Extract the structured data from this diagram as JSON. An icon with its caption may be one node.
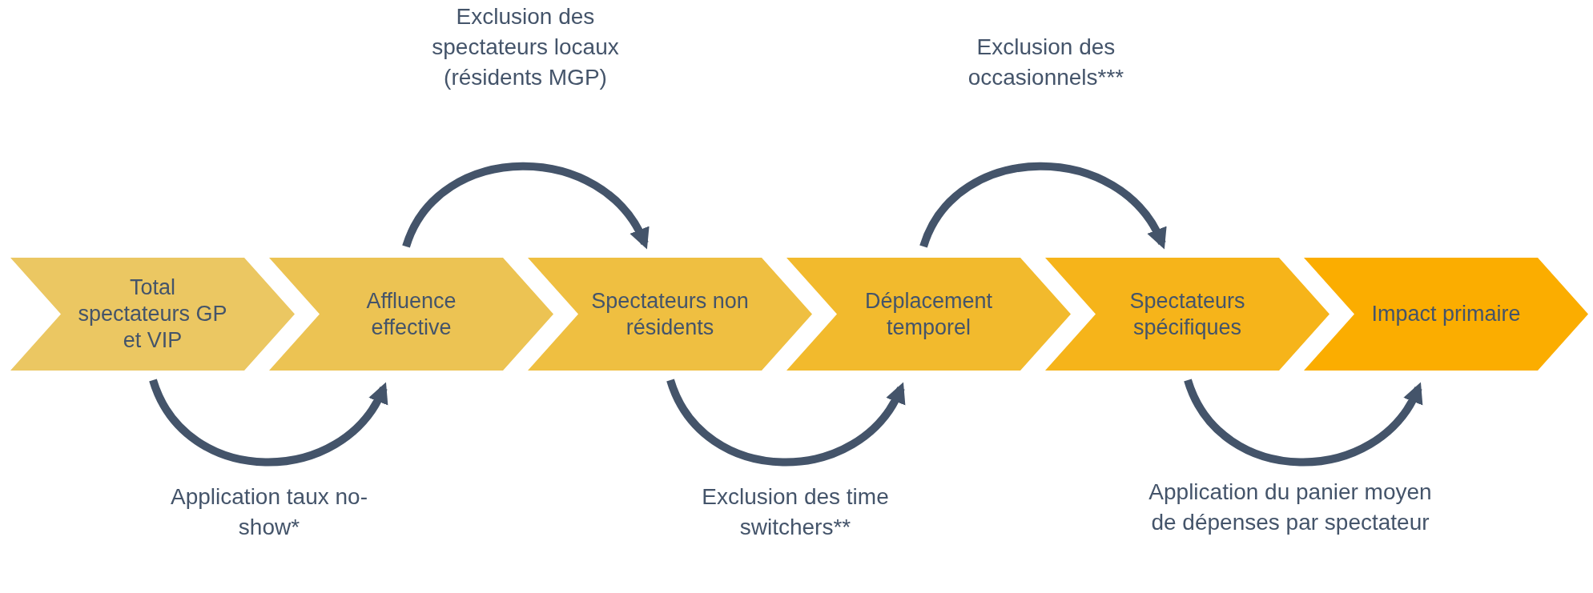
{
  "diagram": {
    "nodes": [
      {
        "text": [
          "Total spectateurs GP et VIP"
        ]
      },
      {
        "text": [
          "Affluence effective"
        ]
      },
      {
        "text": [
          "Spectateurs non résidents"
        ]
      },
      {
        "text": [
          "Déplacement temporel"
        ]
      },
      {
        "text": [
          "Spectateurs spécifiques"
        ]
      },
      {
        "text": [
          "Impact primaire"
        ]
      }
    ],
    "edges": [
      {
        "from": 0,
        "to": 1,
        "arrow": "to",
        "label": "Application taux no-show*"
      },
      {
        "from": 1,
        "to": 2,
        "arrow": "to",
        "label": "Exclusion des spectateurs locaux (résidents MGP)"
      },
      {
        "from": 2,
        "to": 3,
        "arrow": "to",
        "label": "Exclusion des time switchers**"
      },
      {
        "from": 3,
        "to": 4,
        "arrow": "to",
        "label": "Exclusion des occasionnels***"
      },
      {
        "from": 4,
        "to": 5,
        "arrow": "to",
        "label": "Application du panier moyen de dépenses par spectateur"
      }
    ]
  }
}
